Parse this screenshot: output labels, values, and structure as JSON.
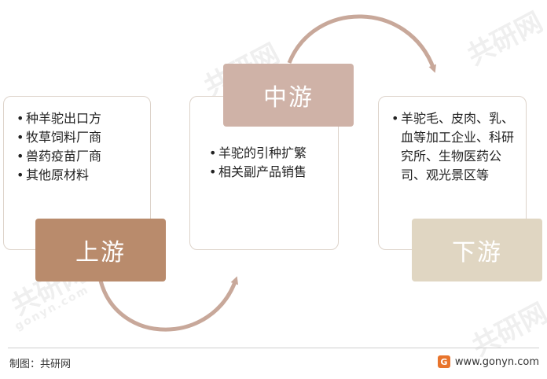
{
  "stages": {
    "upstream": {
      "title": "上游",
      "items": [
        "种羊驼出口方",
        "牧草饲料厂商",
        "兽药疫苗厂商",
        "其他原材料"
      ]
    },
    "midstream": {
      "title": "中游",
      "items": [
        "羊驼的引种扩繁",
        "相关副产品销售"
      ]
    },
    "downstream": {
      "title": "下游",
      "items": [
        "羊驼毛、皮肉、乳、血等加工企业、科研究所、生物医药公司、观光景区等"
      ]
    }
  },
  "footer": {
    "credit": "制图：共研网",
    "site": "www.gonyn.com"
  },
  "watermarks": [
    "共研网",
    "gonyn.com"
  ],
  "colors": {
    "upstream": "#b98b6c",
    "midstream": "#cfb2a7",
    "downstream": "#e0d6c2",
    "arrow": "#c8a89a"
  }
}
